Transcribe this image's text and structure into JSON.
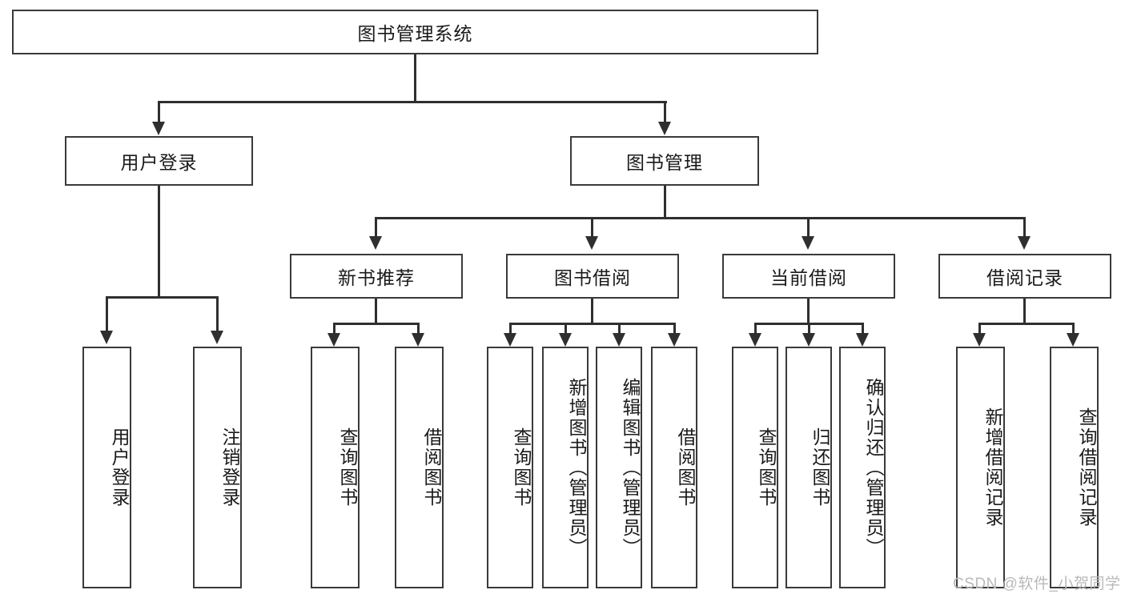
{
  "diagram": {
    "title": "图书管理系统",
    "type": "hierarchy-tree",
    "root": {
      "label": "图书管理系统"
    },
    "level2": [
      {
        "label": "用户登录"
      },
      {
        "label": "图书管理"
      }
    ],
    "level3": [
      {
        "label": "新书推荐"
      },
      {
        "label": "图书借阅"
      },
      {
        "label": "当前借阅"
      },
      {
        "label": "借阅记录"
      }
    ],
    "leaves": {
      "user_login": [
        {
          "label": "用户登录"
        },
        {
          "label": "注销登录"
        }
      ],
      "new_book_recommend": [
        {
          "label": "查询图书"
        },
        {
          "label": "借阅图书"
        }
      ],
      "book_borrow": [
        {
          "label": "查询图书"
        },
        {
          "label": "新增图书（管理员）"
        },
        {
          "label": "编辑图书（管理员）"
        },
        {
          "label": "借阅图书"
        }
      ],
      "current_borrow": [
        {
          "label": "查询图书"
        },
        {
          "label": "归还图书"
        },
        {
          "label": "确认归还（管理员）"
        }
      ],
      "borrow_record": [
        {
          "label": "新增借阅记录"
        },
        {
          "label": "查询借阅记录"
        }
      ]
    }
  },
  "watermark": {
    "text": "CSDN @软件_小贺同学"
  },
  "colors": {
    "border": "#3a3a3a",
    "connector": "#2f2f2f",
    "text": "#1a1a1a",
    "background": "#ffffff",
    "watermark": "#b9b9b9"
  }
}
